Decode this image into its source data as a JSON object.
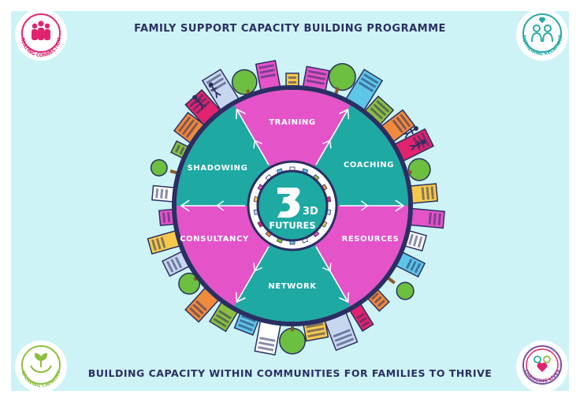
{
  "title": "FAMILY SUPPORT CAPACITY BUILDING PROGRAMME",
  "subtitle": "BUILDING CAPACITY WITHIN COMMUNITIES FOR FAMILIES TO THRIVE",
  "logo": {
    "mark": "3D",
    "name": "FUTURES"
  },
  "segments": [
    {
      "label": "TRAINING"
    },
    {
      "label": "COACHING"
    },
    {
      "label": "RESOURCES"
    },
    {
      "label": "NETWORK"
    },
    {
      "label": "CONSULTANCY"
    },
    {
      "label": "SHADOWING"
    }
  ],
  "badges": {
    "top_left": "CREATING CONNECTIONS",
    "top_right": "STRENGTHENING RELATIONSHIPS",
    "bottom_left": "GROWING CAPACITY",
    "bottom_right": "CHANGING LIVES"
  },
  "colors": {
    "background": "#cdf3f6",
    "navy": "#2a2f63",
    "magenta": "#e453c8",
    "teal": "#1ea9a3",
    "ring": "#2a2f63",
    "badge_pink": "#e1236e",
    "badge_teal": "#27a9a6",
    "badge_green": "#8cbf3f",
    "badge_purple": "#7a4fa1"
  },
  "icons": [
    "people-icon",
    "couple-heart-icon",
    "plant-hands-icon",
    "family-heart-icon",
    "town-buildings-icon",
    "arrow-icon"
  ]
}
